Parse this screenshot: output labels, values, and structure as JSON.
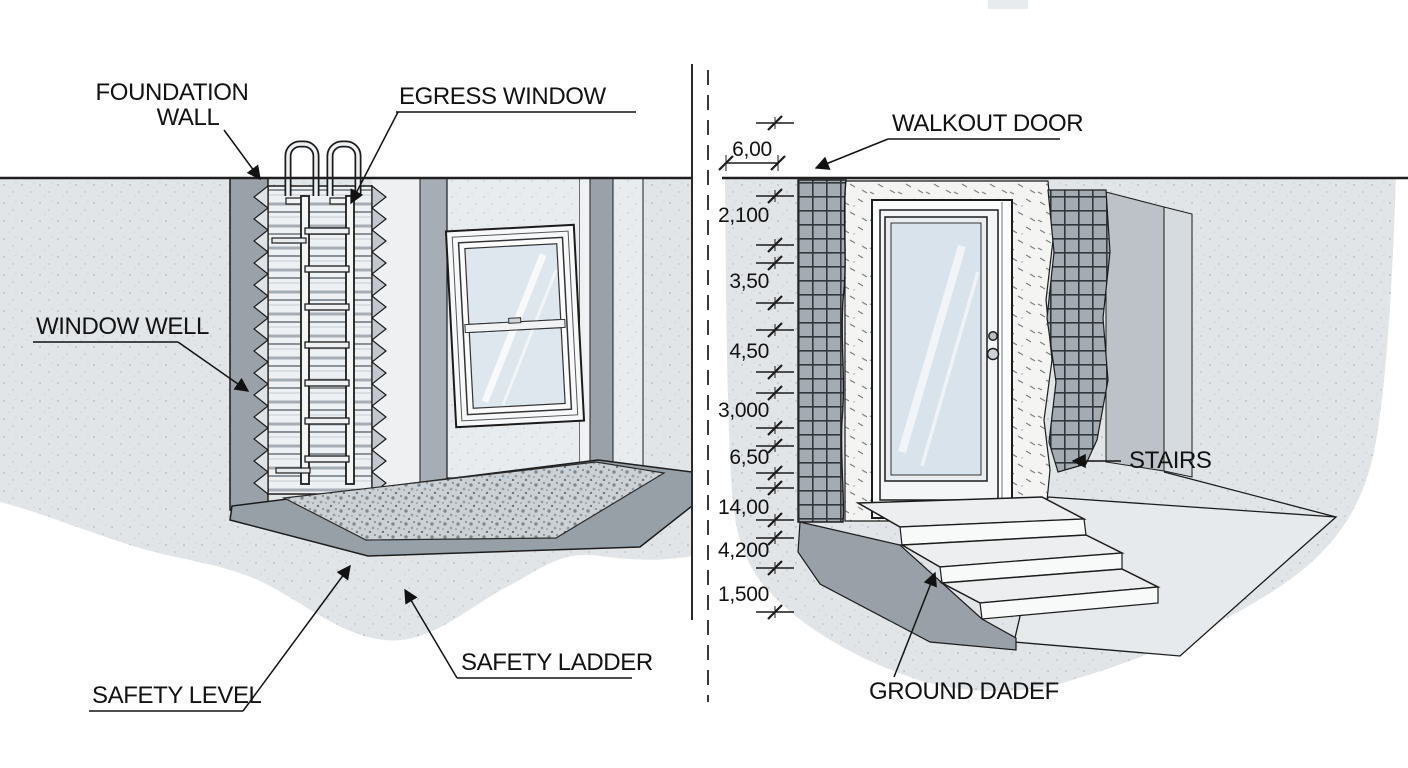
{
  "diagram": {
    "left_panel": {
      "labels": {
        "foundation_wall": {
          "line1": "FOUNDATION",
          "line2": "WALL"
        },
        "egress_window": "EGRESS WINDOW",
        "window_well": "WINDOW WELL",
        "safety_level": "SAFETY LEVEL",
        "safety_ladder": "SAFETY LADDER"
      }
    },
    "right_panel": {
      "labels": {
        "walkout_door": "WALKOUT DOOR",
        "stairs": "STAIRS",
        "ground": "GROUND DADEF"
      },
      "dimensions": {
        "top_width": "6,00",
        "depth_values": [
          "2,100",
          "3,50",
          "4,50",
          "3,000",
          "6,50",
          "14,00",
          "4,200",
          "1,500"
        ]
      }
    },
    "colors": {
      "line": "#1c1c1c",
      "soil": "#e2e5e8",
      "wall_dark": "#9aa1a8",
      "stucco": "#f4f5f3",
      "mesh": "#a4abb2",
      "glass": "#dde7ed",
      "gravel": "#ccd1d5",
      "background": "#ffffff"
    }
  }
}
